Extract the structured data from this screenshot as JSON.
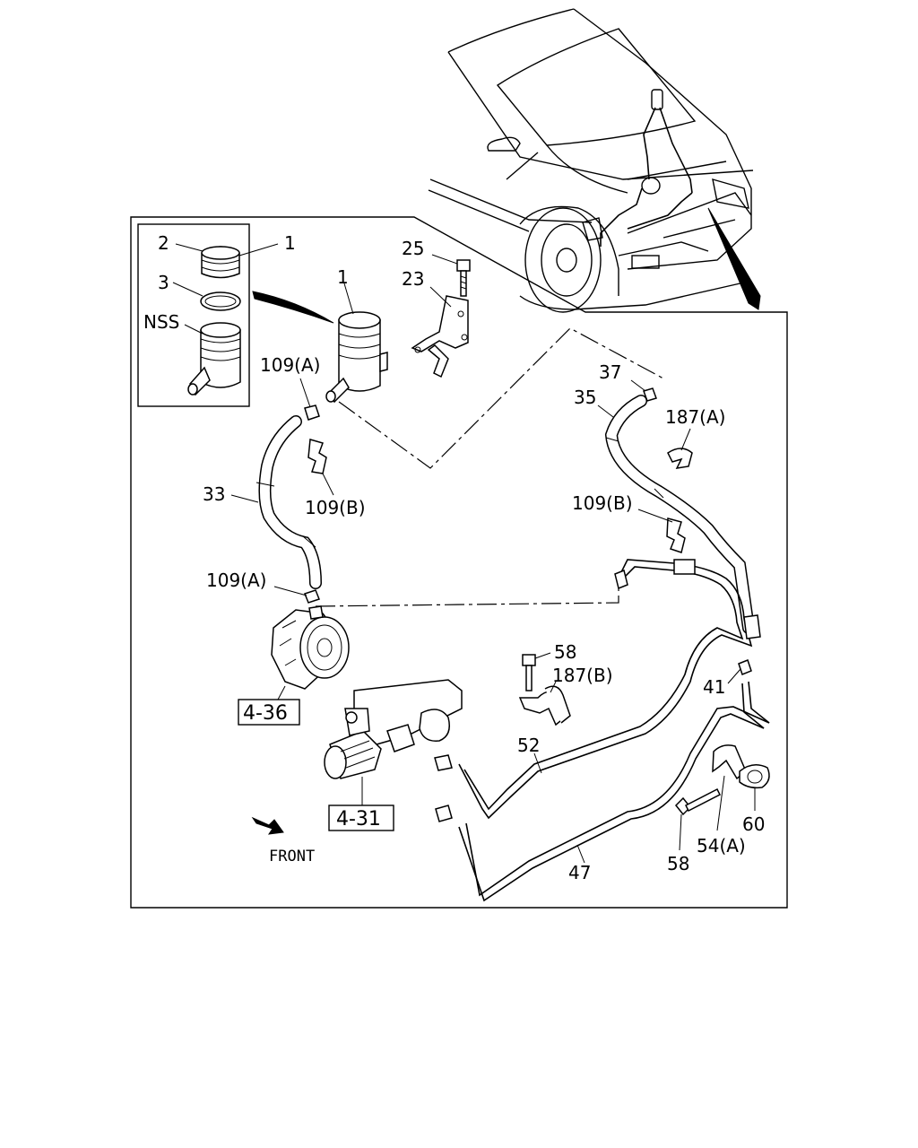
{
  "labels": {
    "p1_inset": "1",
    "p2": "2",
    "p3": "3",
    "nss": "NSS",
    "p25": "25",
    "p1": "1",
    "p23": "23",
    "p109a_top": "109(A)",
    "p109b_left": "109(B)",
    "p33": "33",
    "p37": "37",
    "p35": "35",
    "p187a": "187(A)",
    "p109b_right": "109(B)",
    "p109a_bottom": "109(A)",
    "ref_436": "4-36",
    "p58_top": "58",
    "p187b": "187(B)",
    "p41": "41",
    "p52": "52",
    "ref_431": "4-31",
    "front": "FRONT",
    "p60": "60",
    "p54a": "54(A)",
    "p58_bottom": "58",
    "p47": "47"
  }
}
